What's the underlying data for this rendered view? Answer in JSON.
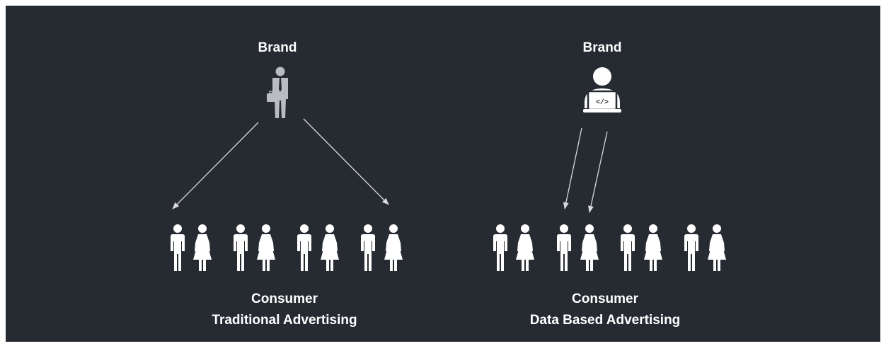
{
  "left": {
    "brand_label": "Brand",
    "consumer_label": "Consumer",
    "caption": "Traditional Advertising",
    "brand_icon": "businessman-icon"
  },
  "right": {
    "brand_label": "Brand",
    "consumer_label": "Consumer",
    "caption": "Data Based Advertising",
    "brand_icon": "developer-laptop-icon"
  },
  "colors": {
    "background": "#262a31",
    "foreground": "#ffffff",
    "icon_gray": "#b9bcc1",
    "arrow": "#d7d9dc"
  }
}
